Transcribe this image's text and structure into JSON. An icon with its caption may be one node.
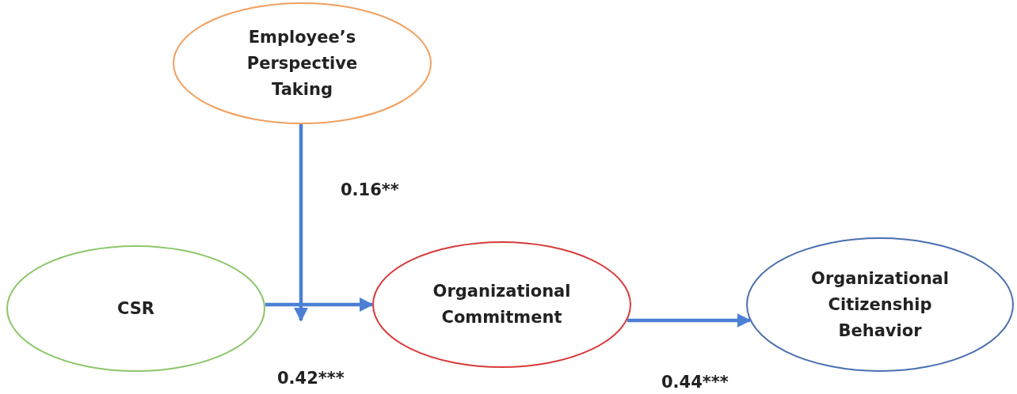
{
  "diagram": {
    "nodes": [
      {
        "text": [
          "Employee’s Perspective Taking"
        ]
      },
      {
        "text": [
          "CSR"
        ]
      },
      {
        "text": [
          "Organizational Commitment"
        ]
      },
      {
        "text": [
          "Organizational Citizenship Behavior"
        ]
      }
    ],
    "edges": [
      {
        "from": 1,
        "to": 2,
        "arrow": "to",
        "label": "0.42***"
      },
      {
        "from": 0,
        "to": null,
        "arrow": "to",
        "label": "0.16**"
      },
      {
        "from": 2,
        "to": 3,
        "arrow": "to",
        "label": "0.44***"
      }
    ]
  }
}
